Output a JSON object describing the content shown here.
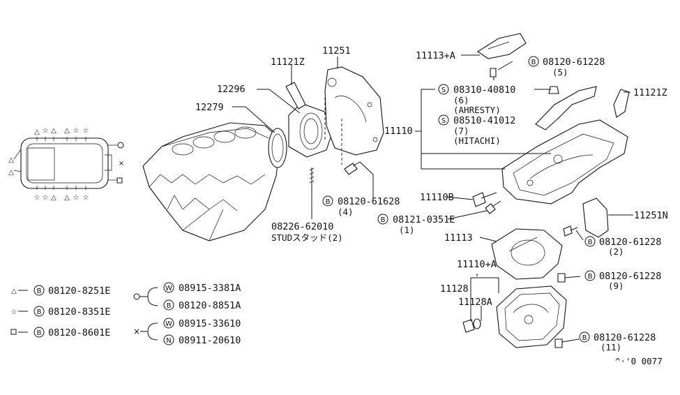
{
  "parts": {
    "p_11121z_left": "11121Z",
    "p_11251": "11251",
    "p_12296": "12296",
    "p_12279": "12279",
    "p_11113a": "11113+A",
    "p_11121z_right": "11121Z",
    "p_11110": "11110",
    "p_11110b": "11110B",
    "p_11251n": "11251N",
    "p_11113": "11113",
    "p_11110a": "11110+A",
    "p_11128": "11128",
    "p_11128a": "11128A",
    "stud_no": "08226-62010",
    "stud_label": "STUDスタッド(2)"
  },
  "callouts": {
    "b_61228_5": "08120-61228",
    "b_61228_5_qty": "(5)",
    "s_40810": "08310-40810",
    "s_40810_qty": "(6)",
    "s_40810_maker": "(AHRESTY)",
    "s_41012": "08510-41012",
    "s_41012_qty": "(7)",
    "s_41012_maker": "(HITACHI)",
    "b_61628": "08120-61628",
    "b_61628_qty": "(4)",
    "b_0351e": "08121-0351E",
    "b_0351e_qty": "(1)",
    "b_61228_2": "08120-61228",
    "b_61228_2_qty": "(2)",
    "b_61228_9": "08120-61228",
    "b_61228_9_qty": "(9)",
    "b_61228_11": "08120-61228",
    "b_61228_11_qty": "(11)"
  },
  "legend": {
    "tri": "08120-8251E",
    "star": "08120-8351E",
    "square": "08120-8601E",
    "circle_w": "08915-3381A",
    "circle_b": "08120-8851A",
    "cross_w": "08915-33610",
    "cross_n": "08911-20610"
  },
  "letters": {
    "b": "B",
    "s": "S",
    "w": "W",
    "n": "N"
  },
  "footer": {
    "code": "^·'0 0077"
  }
}
